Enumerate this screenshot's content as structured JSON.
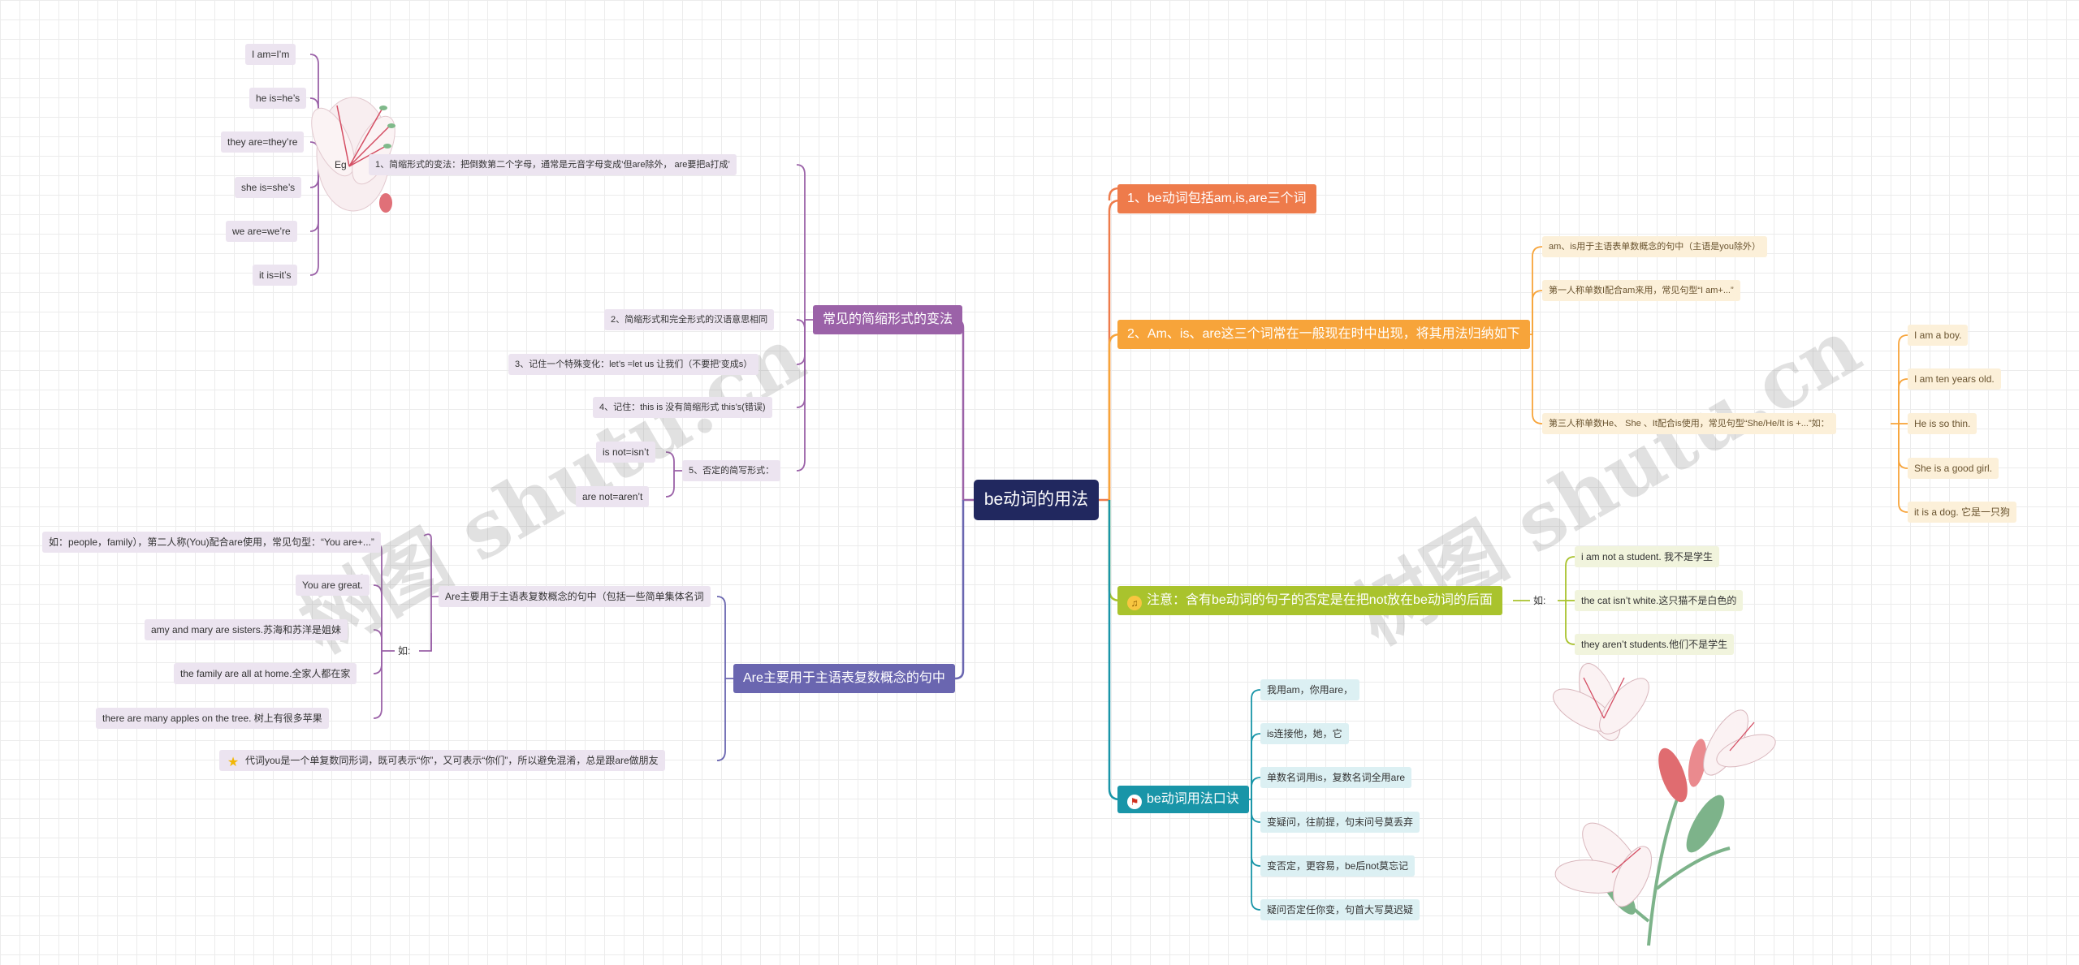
{
  "root": "be动词的用法",
  "watermark": "树图 shutu.cn",
  "right": {
    "b1": {
      "label": "1、be动词包括am,is,are三个词"
    },
    "b2": {
      "label": "2、Am、is、are这三个词常在一般现在时中出现，将其用法归纳如下",
      "items": [
        "am、is用于主语表单数概念的句中（主语是you除外）",
        "第一人称单数I配合am来用，常见句型“I am+...”",
        "第三人称单数He、 She 、It配合is使用，常见句型“She/He/It is +...”如："
      ],
      "examples": [
        "I am a boy.",
        "I am ten years old.",
        "He is so thin.",
        "She is a good girl.",
        "it  is  a  dog.  它是一只狗"
      ]
    },
    "b3": {
      "label": "注意：含有be动词的句子的否定是在把not放在be动词的后面",
      "sub": "如:",
      "examples": [
        "i  am  not  a  student.  我不是学生",
        "the  cat  isn’t  white.这只猫不是白色的",
        "they aren’t students.他们不是学生"
      ]
    },
    "b4": {
      "label": "be动词用法口诀",
      "items": [
        "我用am，你用are，",
        "is连接他，她，它",
        "单数名词用is，复数名词全用are",
        "变疑问，往前提，句末问号莫丢弃",
        "变否定，更容易，be后not莫忘记",
        "疑问否定任你变，句首大写莫迟疑"
      ]
    }
  },
  "left": {
    "b5": {
      "label": "常见的简缩形式的变法",
      "items": [
        "1、简缩形式的变法：把倒数第二个字母，通常是元音字母变成’但are除外， are要把a打成’",
        "2、简缩形式和完全形式的汉语意思相同",
        "3、记住一个特殊变化：let’s =let us 让我们（不要把’变成s）",
        "4、记住：this is 没有简缩形式 this’s(错误)",
        "5、否定的简写形式："
      ],
      "eg": "Eg",
      "eg_items": [
        "I am=I’m",
        "he is=he’s",
        "they are=they’re",
        "she is=she’s",
        "we are=we’re",
        "it is=it’s"
      ],
      "neg_items": [
        "is not=isn’t",
        "are  not=aren’t"
      ]
    },
    "b6": {
      "label": "Are主要用于主语表复数概念的句中",
      "sub1": "Are主要用于主语表复数概念的句中（包括一些简单集体名词",
      "sub2": "如:",
      "examples": [
        "如：people，family），第二人称(You)配合are使用，常见句型：“You are+...”",
        "You are great.",
        "amy and mary are sisters.苏海和苏洋是姐妹",
        "the family are all at home.全家人都在家",
        "there  are  many  apples  on  the  tree. 树上有很多苹果"
      ],
      "note": "代词you是一个单复数同形词，既可表示“你”，又可表示“你们”，所以避免混淆，总是跟are做朋友"
    }
  },
  "colors": {
    "orange": "#ee7b4b",
    "amber": "#f7a43a",
    "lime": "#a9c32d",
    "teal": "#1995a8",
    "purple": "#9b62a8",
    "indigo": "#6a66b0",
    "root": "#21285f"
  }
}
